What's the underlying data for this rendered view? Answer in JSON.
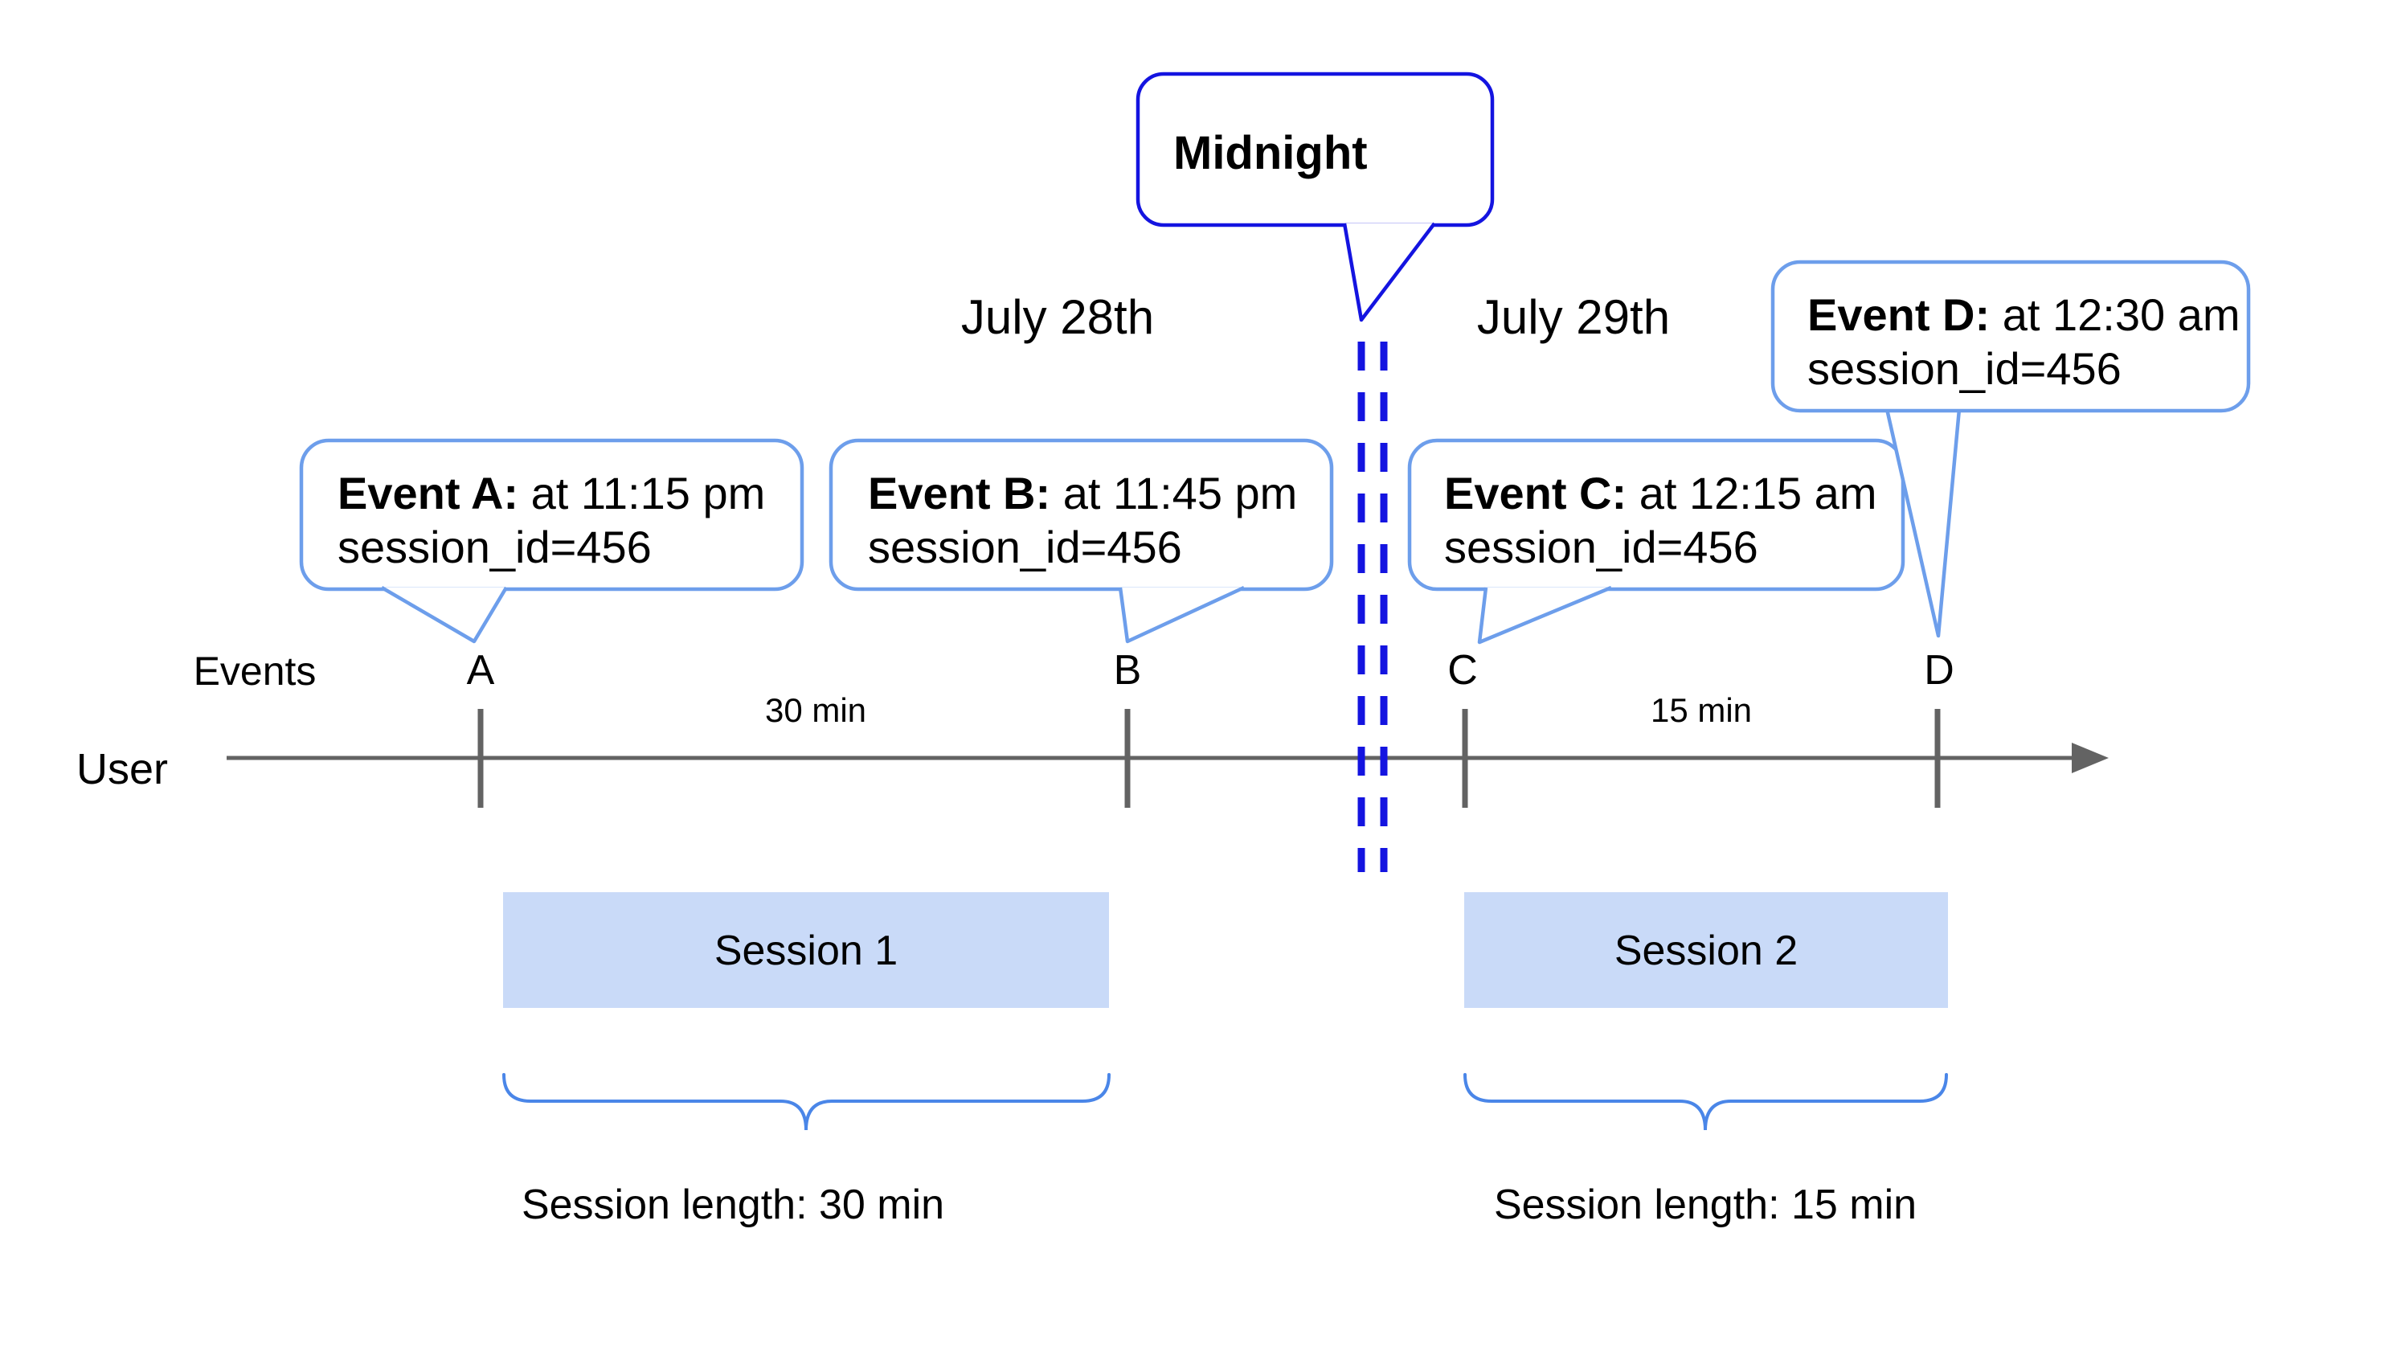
{
  "colors": {
    "accent_blue": "#1414e0",
    "bubble_border": "#6d9eeb",
    "brace_blue": "#4a86e8",
    "session_fill": "#c9daf8",
    "axis_gray": "#636363"
  },
  "dates": {
    "july28": "July 28th",
    "july29": "July 29th"
  },
  "midnight": {
    "label": "Midnight"
  },
  "axis": {
    "events_label": "Events",
    "user_label": "User"
  },
  "durations": {
    "seg_ab": "30 min",
    "seg_cd": "15 min"
  },
  "events": [
    {
      "letter": "A",
      "title": "Event A:",
      "time_rest": " at 11:15 pm",
      "session_line": "session_id=456"
    },
    {
      "letter": "B",
      "title": "Event B:",
      "time_rest": " at 11:45 pm",
      "session_line": "session_id=456"
    },
    {
      "letter": "C",
      "title": "Event C:",
      "time_rest": " at 12:15 am",
      "session_line": "session_id=456"
    },
    {
      "letter": "D",
      "title": "Event D:",
      "time_rest": " at 12:30 am",
      "session_line": "session_id=456"
    }
  ],
  "sessions": [
    {
      "name": "Session 1",
      "length_label": "Session length: 30 min"
    },
    {
      "name": "Session 2",
      "length_label": "Session length: 15 min"
    }
  ]
}
